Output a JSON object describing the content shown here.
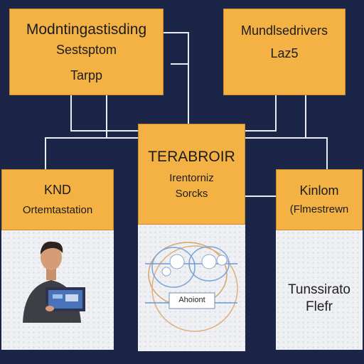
{
  "boxes": {
    "top_left": {
      "line1": "Modntingastisding",
      "line2": "Sestsptom",
      "line3": "Tarpp"
    },
    "top_right": {
      "line1": "Mundlsedrivers",
      "line2": "Laz5"
    },
    "center": {
      "line1": "TERABROIR",
      "line2": "Irentorniz",
      "line3": "Sorcks"
    },
    "left": {
      "line1": "KND",
      "line2": "Ortemtastation"
    },
    "right": {
      "line1": "Kinlom",
      "line2": "(Flmestrewn"
    }
  },
  "panels": {
    "center_label": "Ahoiont",
    "right_line1": "Tunssirato",
    "right_line2": "Flefr"
  },
  "colors": {
    "background": "#1a2547",
    "box": "#f3b243",
    "panel": "#eef0f3",
    "connector": "#e9ecf2"
  },
  "icons": {
    "person": "person-at-laptop-icon",
    "network": "network-diagram-icon"
  }
}
